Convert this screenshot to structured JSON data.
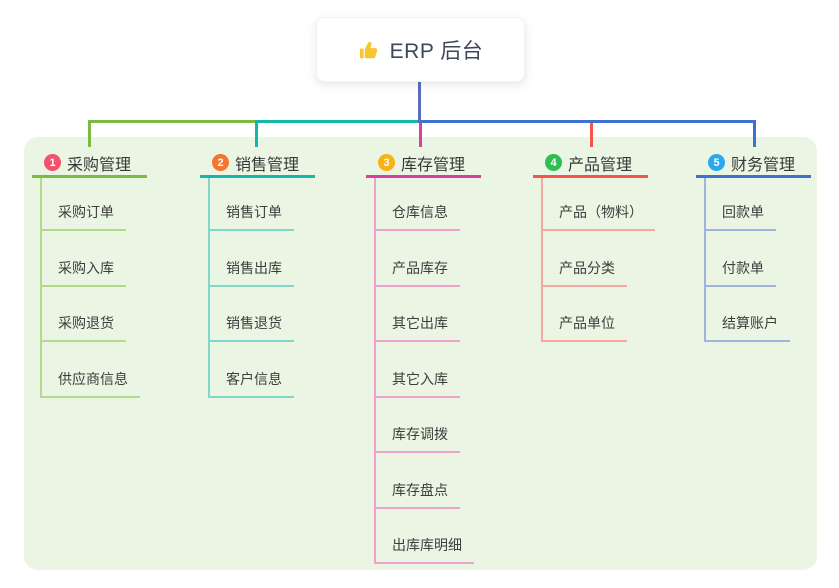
{
  "root": {
    "label": "ERP 后台",
    "icon": "thumbs-up",
    "icon_color": "#f7c531",
    "text_color": "#3c4757",
    "line_color": "#5b6cc0"
  },
  "panel": {
    "bg_color": "#eaf6e3"
  },
  "branches": [
    {
      "num": "1",
      "label": "采购管理",
      "badge_color": "#f4516c",
      "accent_color": "#7cbb3f",
      "child_color": "#b2d98c",
      "children": [
        "采购订单",
        "采购入库",
        "采购退货",
        "供应商信息"
      ]
    },
    {
      "num": "2",
      "label": "销售管理",
      "badge_color": "#f5752e",
      "accent_color": "#14b8aa",
      "child_color": "#7fd8cc",
      "children": [
        "销售订单",
        "销售出库",
        "销售退货",
        "客户信息"
      ]
    },
    {
      "num": "3",
      "label": "库存管理",
      "badge_color": "#f9b115",
      "accent_color": "#d6409e",
      "child_color": "#f0a2cf",
      "children": [
        "仓库信息",
        "产品库存",
        "其它出库",
        "其它入库",
        "库存调拨",
        "库存盘点",
        "出库库明细"
      ]
    },
    {
      "num": "4",
      "label": "产品管理",
      "badge_color": "#2fbd54",
      "accent_color": "#f2564d",
      "child_color": "#f8a7a2",
      "children": [
        "产品（物料）",
        "产品分类",
        "产品单位"
      ]
    },
    {
      "num": "5",
      "label": "财务管理",
      "badge_color": "#29a8f0",
      "accent_color": "#4070d0",
      "child_color": "#9fb3dd",
      "children": [
        "回款单",
        "付款单",
        "结算账户"
      ]
    }
  ]
}
